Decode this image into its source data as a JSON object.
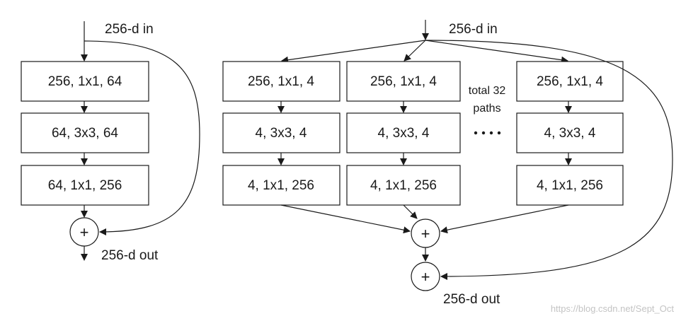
{
  "left_block": {
    "input_label": "256-d in",
    "output_label": "256-d out",
    "layers": [
      "256, 1x1, 64",
      "64, 3x3, 64",
      "64, 1x1, 256"
    ],
    "sum_symbol": "+"
  },
  "right_block": {
    "input_label": "256-d in",
    "output_label": "256-d out",
    "paths": [
      {
        "layers": [
          "256, 1x1, 4",
          "4, 3x3, 4",
          "4, 1x1, 256"
        ]
      },
      {
        "layers": [
          "256, 1x1, 4",
          "4, 3x3, 4",
          "4, 1x1, 256"
        ]
      },
      {
        "layers": [
          "256, 1x1, 4",
          "4, 3x3, 4",
          "4, 1x1, 256"
        ]
      }
    ],
    "paths_note_line1": "total 32",
    "paths_note_line2": "paths",
    "aggregate_symbol": "+",
    "residual_symbol": "+"
  },
  "watermark": "https://blog.csdn.net/Sept_Oct"
}
